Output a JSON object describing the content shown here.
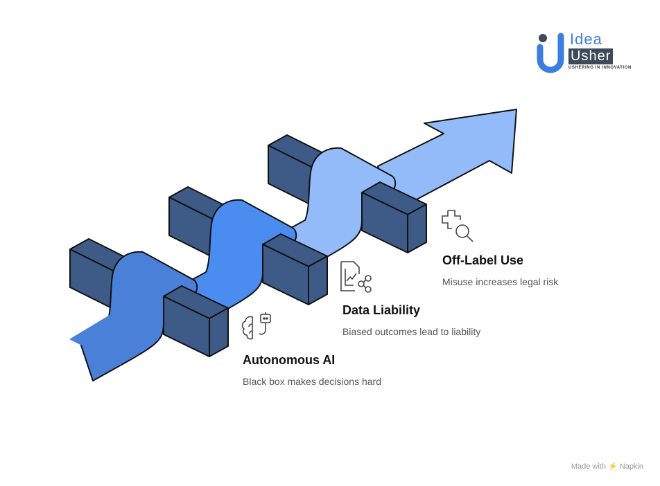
{
  "logo": {
    "line1": "Idea",
    "line2": "Usher",
    "tagline": "USHERING IN INNOVATION"
  },
  "steps": [
    {
      "title": "Autonomous AI",
      "description": "Black box makes decisions hard",
      "icon": "brain-robot-icon",
      "color": "#4A80D8"
    },
    {
      "title": "Data Liability",
      "description": "Biased outcomes lead to liability",
      "icon": "chart-document-share-icon",
      "color": "#4A8CF0"
    },
    {
      "title": "Off-Label Use",
      "description": "Misuse increases legal risk",
      "icon": "medical-cross-search-icon",
      "color": "#93BBFA"
    }
  ],
  "colors": {
    "block": "#3E5A87",
    "outline": "#111111"
  },
  "footer": {
    "text": "Made with ⚡ Napkin"
  }
}
